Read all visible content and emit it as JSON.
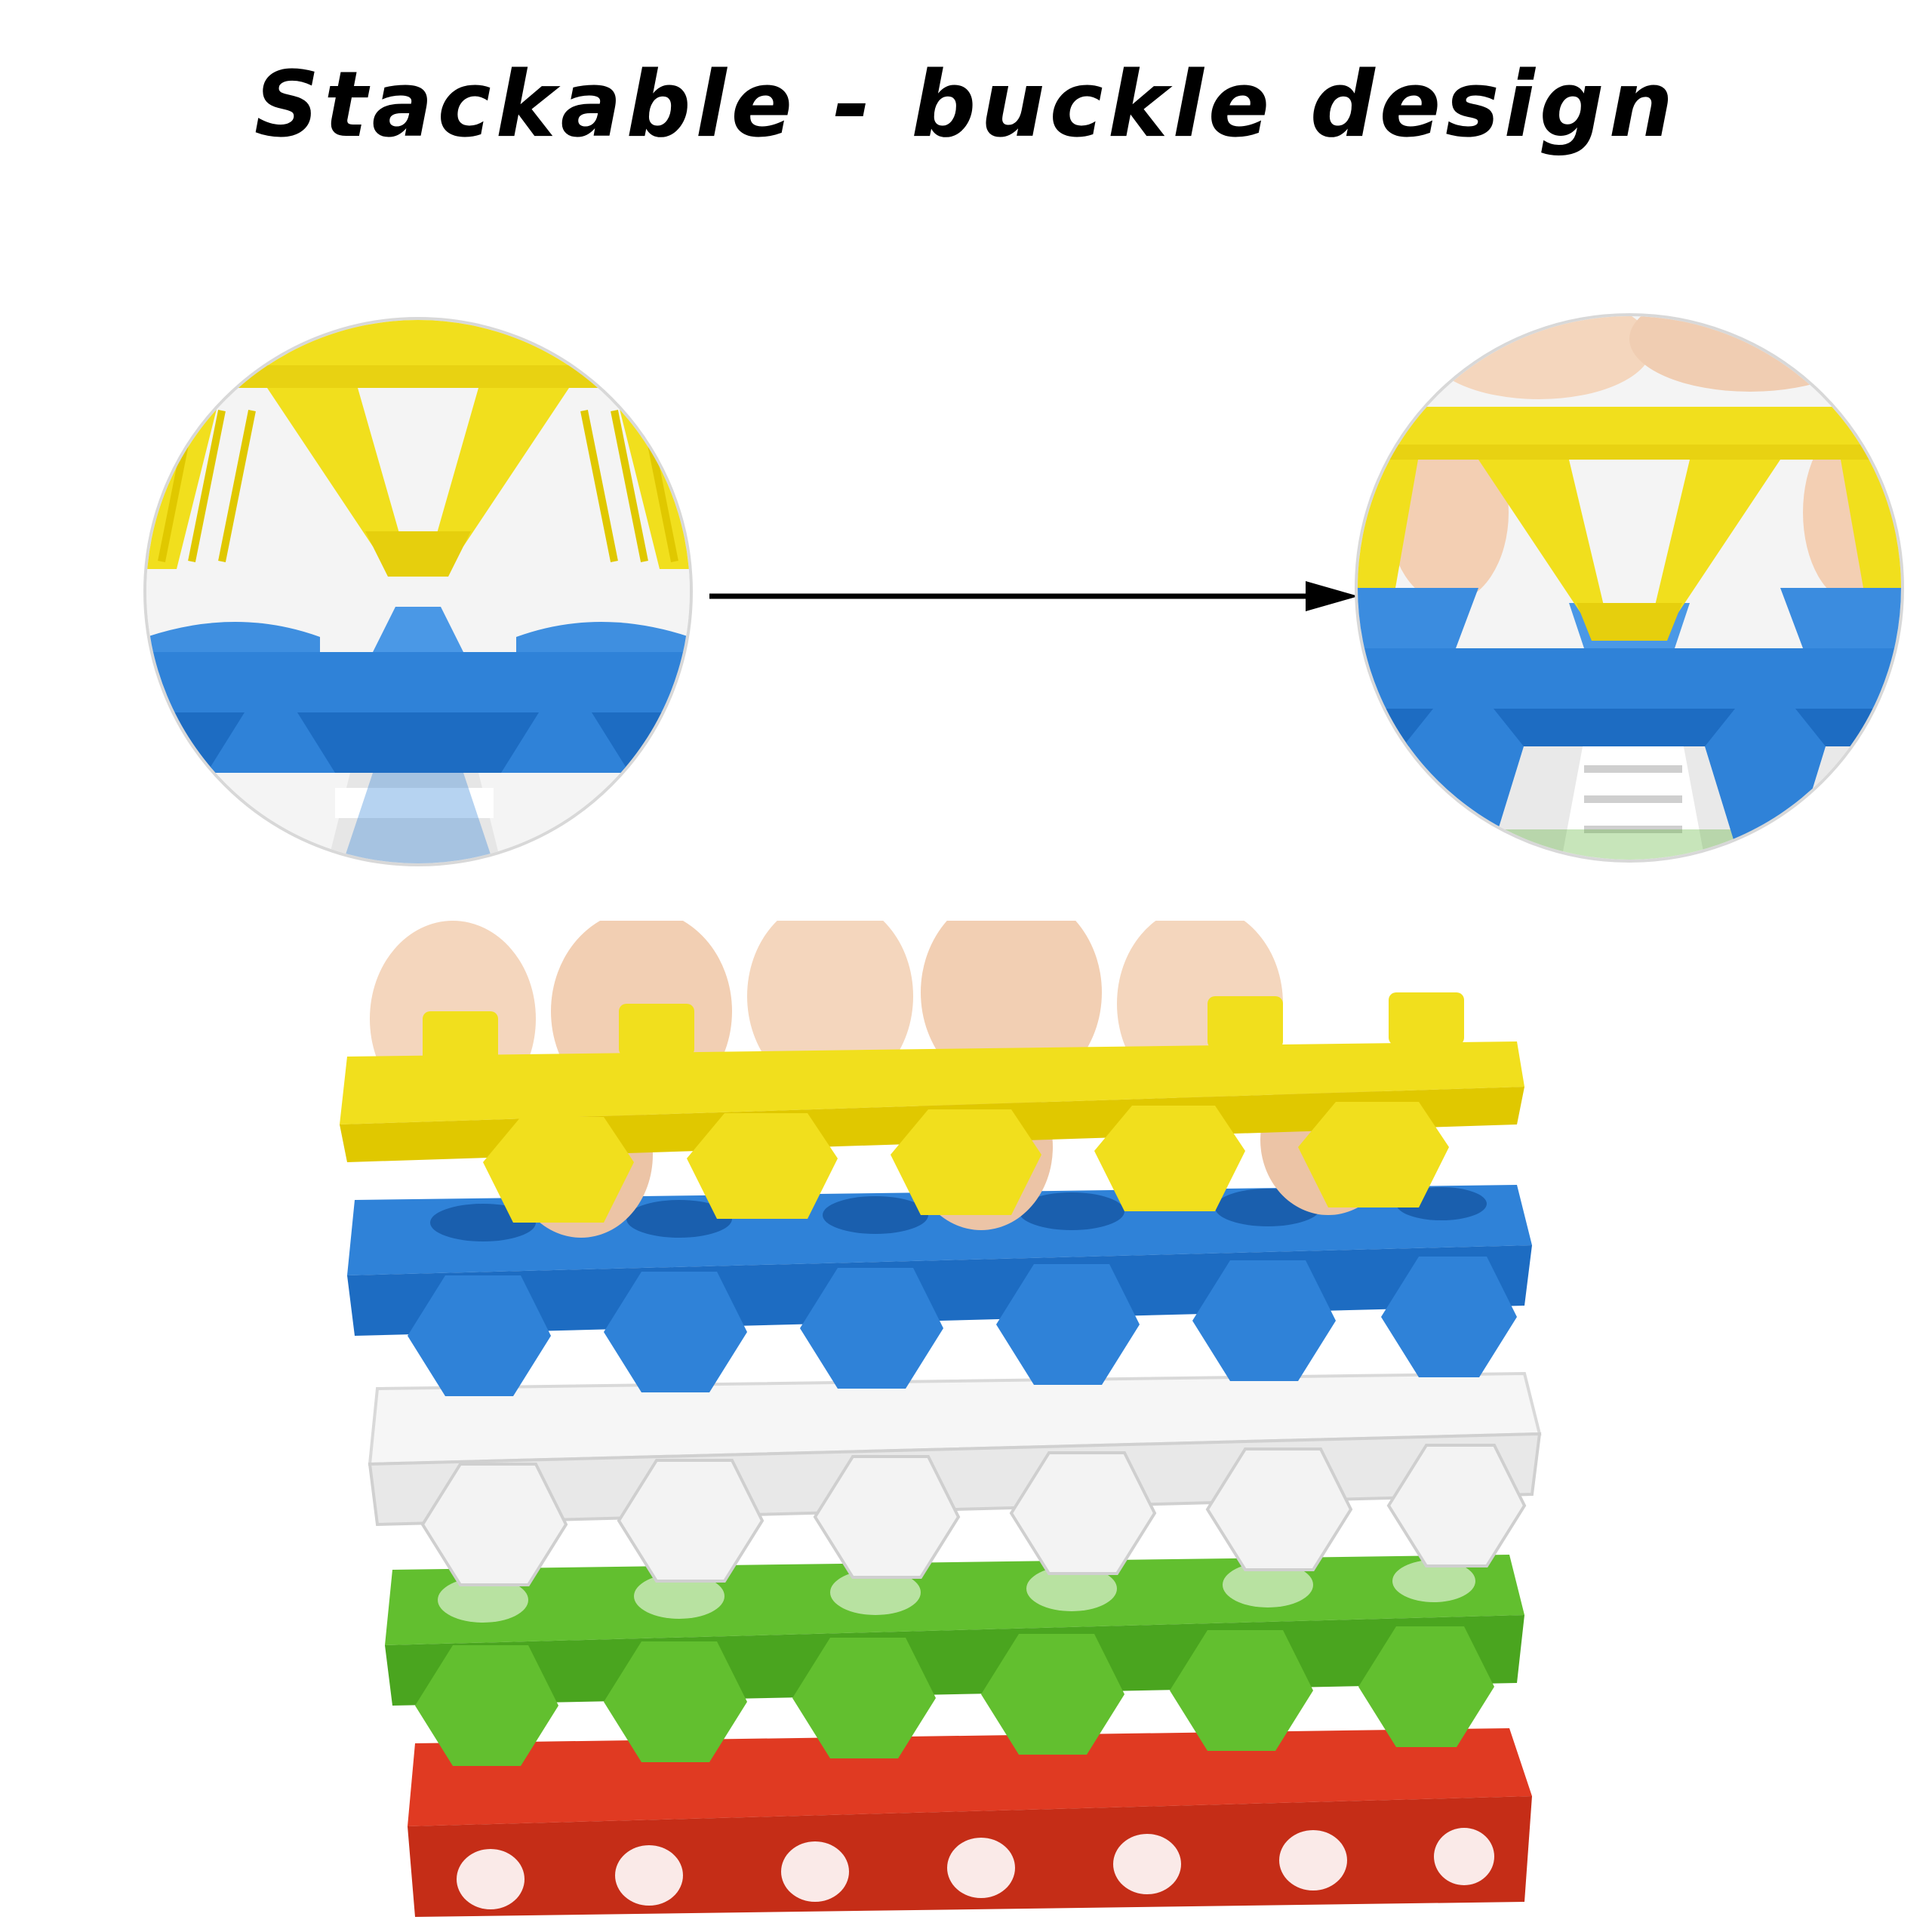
{
  "title": "Stackable - buckle design",
  "colors": {
    "yellow": "#f1df1d",
    "blue": "#2f82d8",
    "white": "#f3f3f3",
    "green": "#62bf2f",
    "red": "#e03a22",
    "egg": "#f4d6bd",
    "arrow": "#000000"
  },
  "stack_layers": [
    {
      "name": "tray-yellow",
      "color": "#f1df1d"
    },
    {
      "name": "tray-blue",
      "color": "#2f82d8"
    },
    {
      "name": "tray-white",
      "color": "#f3f3f3"
    },
    {
      "name": "tray-green",
      "color": "#62bf2f"
    },
    {
      "name": "tray-red",
      "color": "#e03a22"
    }
  ]
}
